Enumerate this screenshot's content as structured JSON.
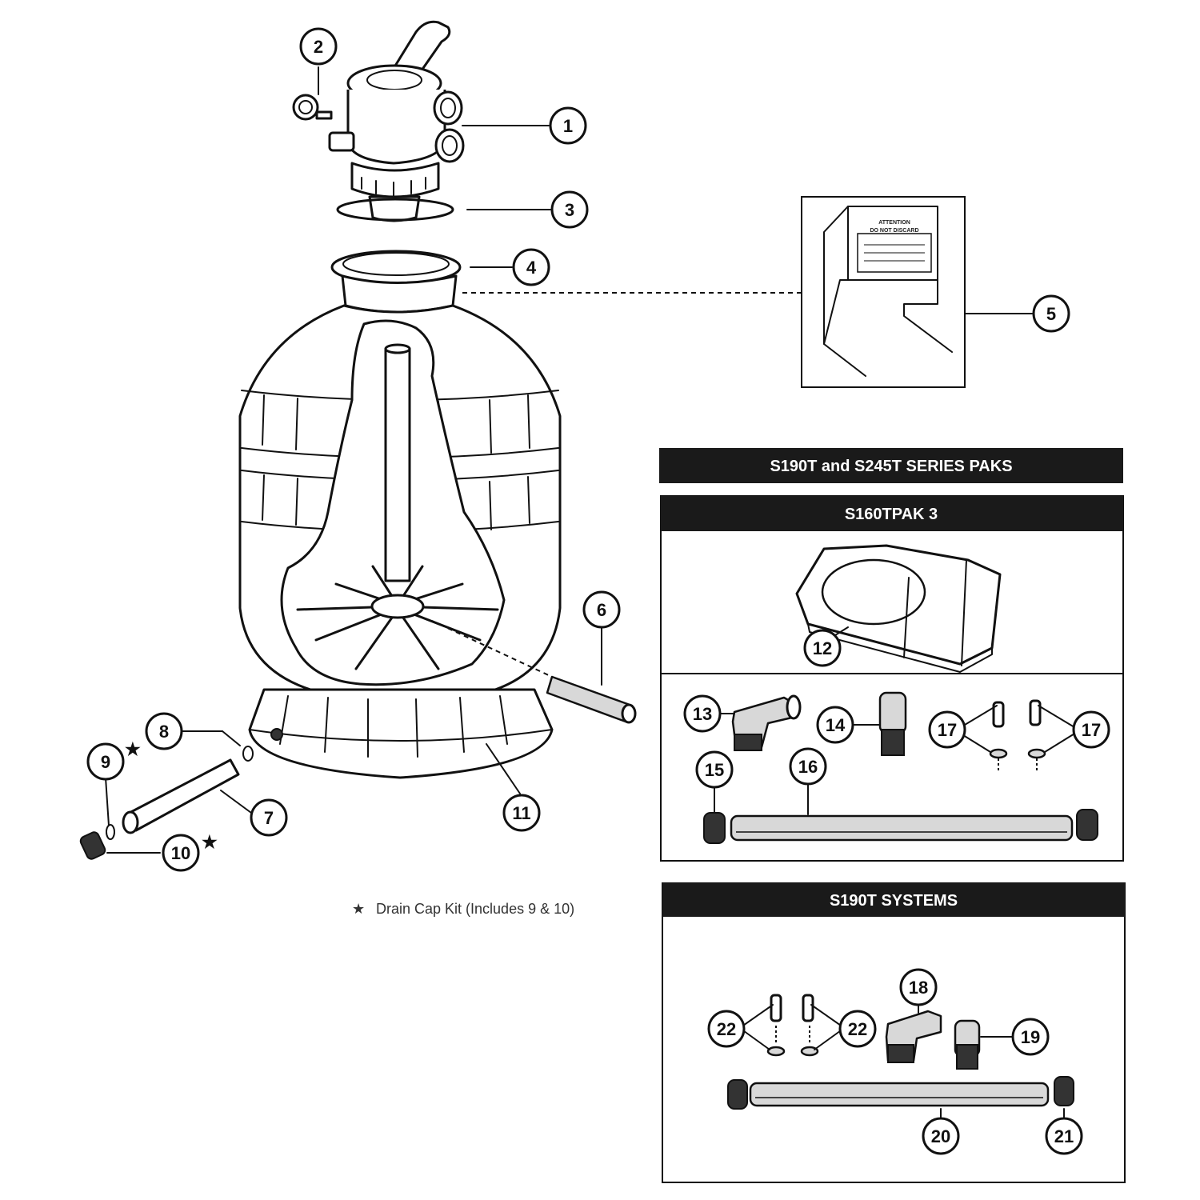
{
  "panels": {
    "series_paks": {
      "title": "S190T and S245T SERIES PAKS"
    },
    "s160tpak3": {
      "title": "S160TPAK 3"
    },
    "systems": {
      "title": "S190T SYSTEMS"
    }
  },
  "note": {
    "star": "★",
    "text": "Drain Cap Kit (Includes 9 & 10)"
  },
  "sign": {
    "line1": "ATTENTION",
    "line2": "DO NOT DISCARD"
  },
  "callouts": [
    {
      "label": "1"
    },
    {
      "label": "2"
    },
    {
      "label": "3"
    },
    {
      "label": "4"
    },
    {
      "label": "5"
    },
    {
      "label": "6"
    },
    {
      "label": "7"
    },
    {
      "label": "8"
    },
    {
      "label": "9"
    },
    {
      "label": "10"
    },
    {
      "label": "11"
    },
    {
      "label": "12"
    },
    {
      "label": "13"
    },
    {
      "label": "14"
    },
    {
      "label": "15"
    },
    {
      "label": "16"
    },
    {
      "label": "17"
    },
    {
      "label": "17"
    },
    {
      "label": "18"
    },
    {
      "label": "19"
    },
    {
      "label": "20"
    },
    {
      "label": "21"
    },
    {
      "label": "22"
    },
    {
      "label": "22"
    }
  ],
  "stars": {
    "near_9": "★",
    "near_10": "★"
  }
}
